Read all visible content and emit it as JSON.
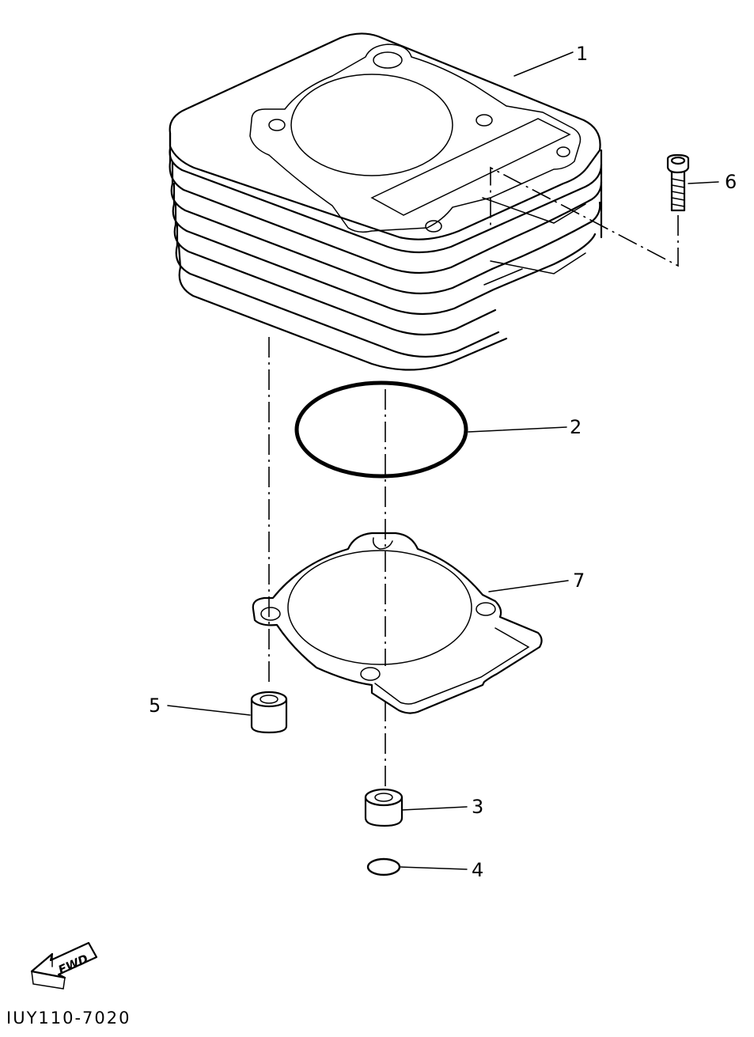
{
  "diagram": {
    "code": "IUY110-7020",
    "fwd_label": "FWD",
    "callouts": [
      {
        "id": "1",
        "text": "1"
      },
      {
        "id": "2",
        "text": "2"
      },
      {
        "id": "3",
        "text": "3"
      },
      {
        "id": "4",
        "text": "4"
      },
      {
        "id": "5",
        "text": "5"
      },
      {
        "id": "6",
        "text": "6"
      },
      {
        "id": "7",
        "text": "7"
      }
    ]
  }
}
